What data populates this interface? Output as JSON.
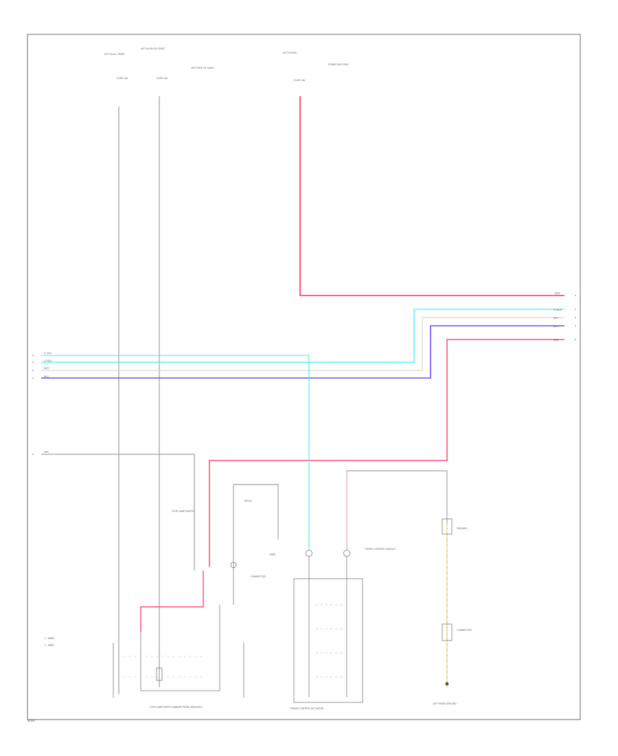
{
  "colors": {
    "frame": "#666666",
    "wire_neutral": "#8a8a8a",
    "wire_red": "#ff2a55",
    "wire_red_light": "#ff8a9e",
    "wire_cyan": "#38f0f0",
    "wire_blue": "#6b4cff",
    "wire_white": "#d8d8d8",
    "wire_yellow": "#e8e070"
  },
  "labels": {
    "fuse_a_top": "HOT IN ALL TIMES",
    "fuse_a": "FUSE 10A",
    "fuse_b_top": "HOT IN ON OR START",
    "fuse_b": "FUSE 10A",
    "fuse_c_top": "HOT IN RUN",
    "fuse_c": "FUSE 10A",
    "note_top_mid": "LEFT SIDE OF DASH",
    "note_top_right": "POWER DIST BOX",
    "wire_red_top": "RED",
    "wire_cyan_r1": "LT BLU",
    "wire_white_r": "WHT",
    "wire_blue_r": "BLU",
    "wire_red_r": "RED",
    "wire_cyan_l1": "LT BLU",
    "wire_cyan_l2": "LT BLU",
    "wire_white_l": "WHT",
    "wire_blue_l": "BLU",
    "wire_gray_l": "GRY",
    "sw_left_label": "STOP LAMP SWITCH",
    "relay_label": "RELAY",
    "lamp_label": "LAMP",
    "module_label": "SPEED CONTROL MODULE",
    "ground_label": "GROUND",
    "connector_label": "CONNECTOR",
    "bottom_left": "STOP LAMP SWITCH (BRAKE PEDAL BRACKET)",
    "bottom_mid": "CRUISE CONTROL ACTUATOR",
    "bottom_right": "LEFT REAR GROUND",
    "legend_1": "1 - WIRE",
    "legend_2": "2 - WIRE",
    "page_id": "W 3/4"
  }
}
